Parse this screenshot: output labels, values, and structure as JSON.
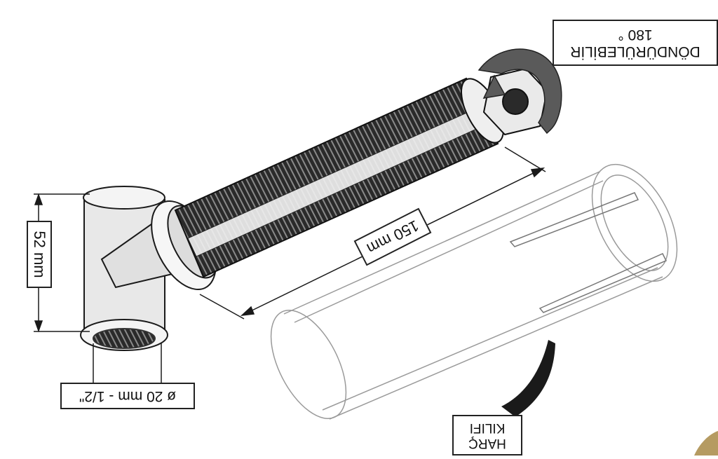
{
  "labels": {
    "rotatable": "DÖNDÜRÜLEBİLİR",
    "degrees": "180 °",
    "length": "150 mm",
    "height": "52 mm",
    "diameter": "ø 20 mm - 1/2\"",
    "sleeve_line1": "HARÇ",
    "sleeve_line2": "KILIFI"
  },
  "colors": {
    "outline": "#1a1a1a",
    "tube_dark": "#2b2b2b",
    "arrow_gray": "#5a5a5a",
    "sleeve_line": "#9a9a9a"
  }
}
